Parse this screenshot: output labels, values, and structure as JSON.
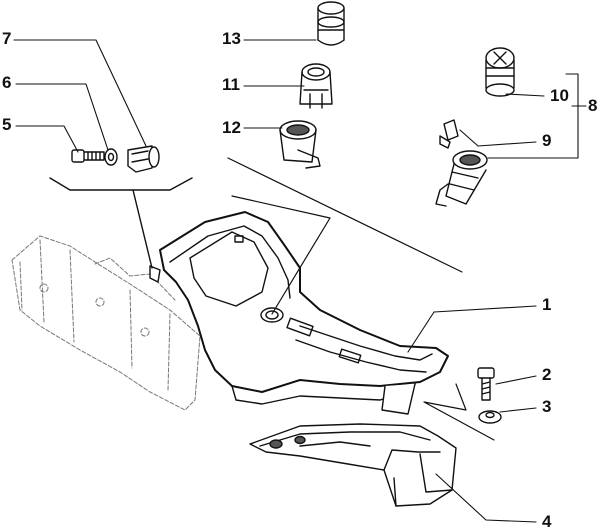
{
  "diagram": {
    "parts": [
      {
        "id": "p1",
        "label": "1"
      },
      {
        "id": "p2",
        "label": "2"
      },
      {
        "id": "p3",
        "label": "3"
      },
      {
        "id": "p4",
        "label": "4"
      },
      {
        "id": "p5",
        "label": "5"
      },
      {
        "id": "p6",
        "label": "6"
      },
      {
        "id": "p7",
        "label": "7"
      },
      {
        "id": "p8",
        "label": "8"
      },
      {
        "id": "p9",
        "label": "9"
      },
      {
        "id": "p10",
        "label": "10"
      },
      {
        "id": "p11",
        "label": "11"
      },
      {
        "id": "p12",
        "label": "12"
      },
      {
        "id": "p13",
        "label": "13"
      }
    ]
  },
  "colors": {
    "ink": "#111111",
    "paper": "#ffffff",
    "shade": "#e6e6e6",
    "dark": "#555555"
  }
}
